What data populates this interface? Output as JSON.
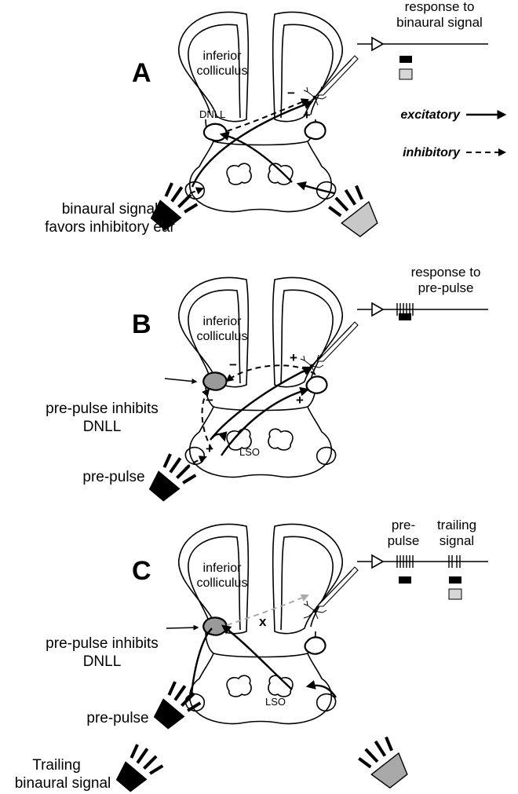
{
  "panels": [
    {
      "letter": "A",
      "labels": {
        "inferior_colliculus": [
          "inferior",
          "colliculus"
        ],
        "dnll": "DNLL",
        "response_title": [
          "response to",
          "binaural signal"
        ],
        "stimulus": [
          "binaural signal",
          "favors inhibitory ear"
        ]
      }
    },
    {
      "letter": "B",
      "labels": {
        "inferior_colliculus": [
          "inferior",
          "colliculus"
        ],
        "response_title": [
          "response to",
          "pre-pulse"
        ],
        "annotation": [
          "pre-pulse inhibits",
          "DNLL"
        ],
        "lso": "LSO",
        "stimulus": [
          "pre-pulse"
        ]
      }
    },
    {
      "letter": "C",
      "labels": {
        "inferior_colliculus": [
          "inferior",
          "colliculus"
        ],
        "prepulse_trace": [
          "pre-",
          "pulse"
        ],
        "trailing_trace": [
          "trailing",
          "signal"
        ],
        "annotation": [
          "pre-pulse inhibits",
          "DNLL"
        ],
        "lso": "LSO",
        "block_mark": "x",
        "stimulus_prepulse": [
          "pre-pulse"
        ],
        "stimulus_trailing": [
          "Trailing",
          "binaural signal"
        ]
      }
    }
  ],
  "legend": {
    "excitatory": "excitatory",
    "inhibitory": "inhibitory"
  },
  "signs": {
    "plus": "+",
    "minus": "−"
  },
  "colors": {
    "ink": "#000000",
    "nucleus_inhibited": "#9a9a9a",
    "speaker_gray": "#c8c8c8",
    "speaker_gray_dark": "#a8a8a8",
    "indicator_light": "#d6d6d6",
    "blocked_path": "#aaaaaa"
  }
}
